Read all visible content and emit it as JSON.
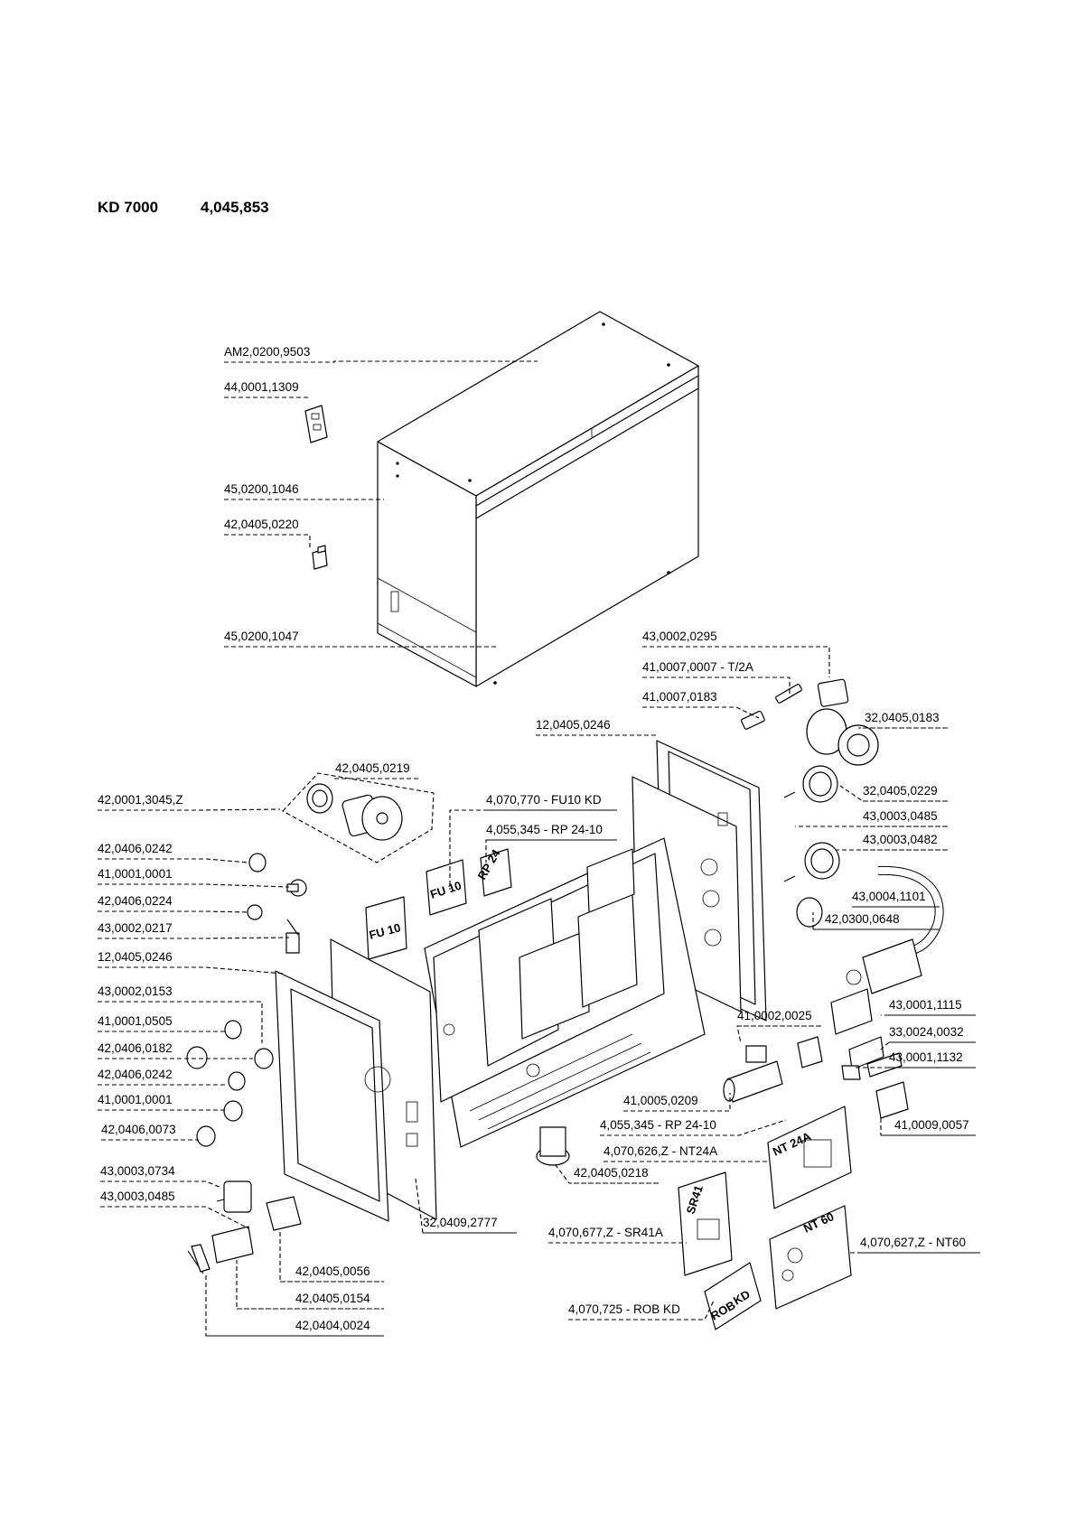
{
  "header": {
    "model": "KD 7000",
    "number": "4,045,853"
  },
  "labels": [
    {
      "id": "top-cover",
      "text": "AM2,0200,9503"
    },
    {
      "id": "hinge",
      "text": "44,0001,1309"
    },
    {
      "id": "side-panel-left",
      "text": "45,0200,1046"
    },
    {
      "id": "clip",
      "text": "42,0405,0220"
    },
    {
      "id": "side-panel-right",
      "text": "45,0200,1047"
    },
    {
      "id": "switch",
      "text": "43,0002,0295"
    },
    {
      "id": "fuse",
      "text": "41,0007,0007 - T/2A"
    },
    {
      "id": "fuse-holder",
      "text": "41,0007,0183"
    },
    {
      "id": "rear-frame",
      "text": "12,0405,0246"
    },
    {
      "id": "cap-round",
      "text": "32,0405,0183"
    },
    {
      "id": "knob-assembly",
      "text": "42,0405,0219"
    },
    {
      "id": "knob-shaft",
      "text": "42,0001,3045,Z"
    },
    {
      "id": "fu10-board",
      "text": "4,070,770 - FU10 KD"
    },
    {
      "id": "rp24-board-top",
      "text": "4,055,345 - RP 24-10"
    },
    {
      "id": "socket-flange",
      "text": "32,0405,0229"
    },
    {
      "id": "pin-top",
      "text": "43,0003,0485"
    },
    {
      "id": "socket-round",
      "text": "43,0003,0482"
    },
    {
      "id": "knob-cap-1",
      "text": "42,0406,0242"
    },
    {
      "id": "pot-1",
      "text": "41,0001,0001"
    },
    {
      "id": "knob-nut",
      "text": "42,0406,0224"
    },
    {
      "id": "cable",
      "text": "43,0004,1101"
    },
    {
      "id": "strain-relief",
      "text": "42,0300,0648"
    },
    {
      "id": "toggle-switch",
      "text": "43,0002,0217"
    },
    {
      "id": "front-frame",
      "text": "12,0405,0246"
    },
    {
      "id": "relay",
      "text": "43,0001,1115"
    },
    {
      "id": "switch-front",
      "text": "43,0002,0153"
    },
    {
      "id": "diode",
      "text": "41,0002,0025"
    },
    {
      "id": "thermistor",
      "text": "33,0024,0032"
    },
    {
      "id": "pot-front",
      "text": "41,0001,0505"
    },
    {
      "id": "knob-front-1",
      "text": "42,0406,0182"
    },
    {
      "id": "clamp",
      "text": "43,0001,1132"
    },
    {
      "id": "knob-cap-2",
      "text": "42,0406,0242"
    },
    {
      "id": "pot-2",
      "text": "41,0001,0001"
    },
    {
      "id": "capacitor",
      "text": "41,0005,0209"
    },
    {
      "id": "knob-front-2",
      "text": "42,0406,0073"
    },
    {
      "id": "rp24-board-bottom",
      "text": "4,055,345 - RP 24-10"
    },
    {
      "id": "terminal-block",
      "text": "41,0009,0057"
    },
    {
      "id": "nt24a-board",
      "text": "4,070,626,Z - NT24A"
    },
    {
      "id": "socket-front",
      "text": "43,0003,0734"
    },
    {
      "id": "spacer",
      "text": "42,0405,0218"
    },
    {
      "id": "pin-bottom",
      "text": "43,0003,0485"
    },
    {
      "id": "front-foil",
      "text": "32,0409,2777"
    },
    {
      "id": "sr41a-board",
      "text": "4,070,677,Z - SR41A"
    },
    {
      "id": "nt60-board",
      "text": "4,070,627,Z - NT60"
    },
    {
      "id": "holder-1",
      "text": "42,0405,0056"
    },
    {
      "id": "rob-board",
      "text": "4,070,725 - ROB KD"
    },
    {
      "id": "holder-2",
      "text": "42,0405,0154"
    },
    {
      "id": "bracket",
      "text": "42,0404,0024"
    }
  ],
  "board_marks": {
    "fu10_a": "FU 10",
    "fu10_b": "FU 10",
    "rp24": "RP 24",
    "sr41": "SR41",
    "nt24a": "NT 24A",
    "nt60": "NT 60",
    "rob": "ROB",
    "kd": "KD"
  }
}
